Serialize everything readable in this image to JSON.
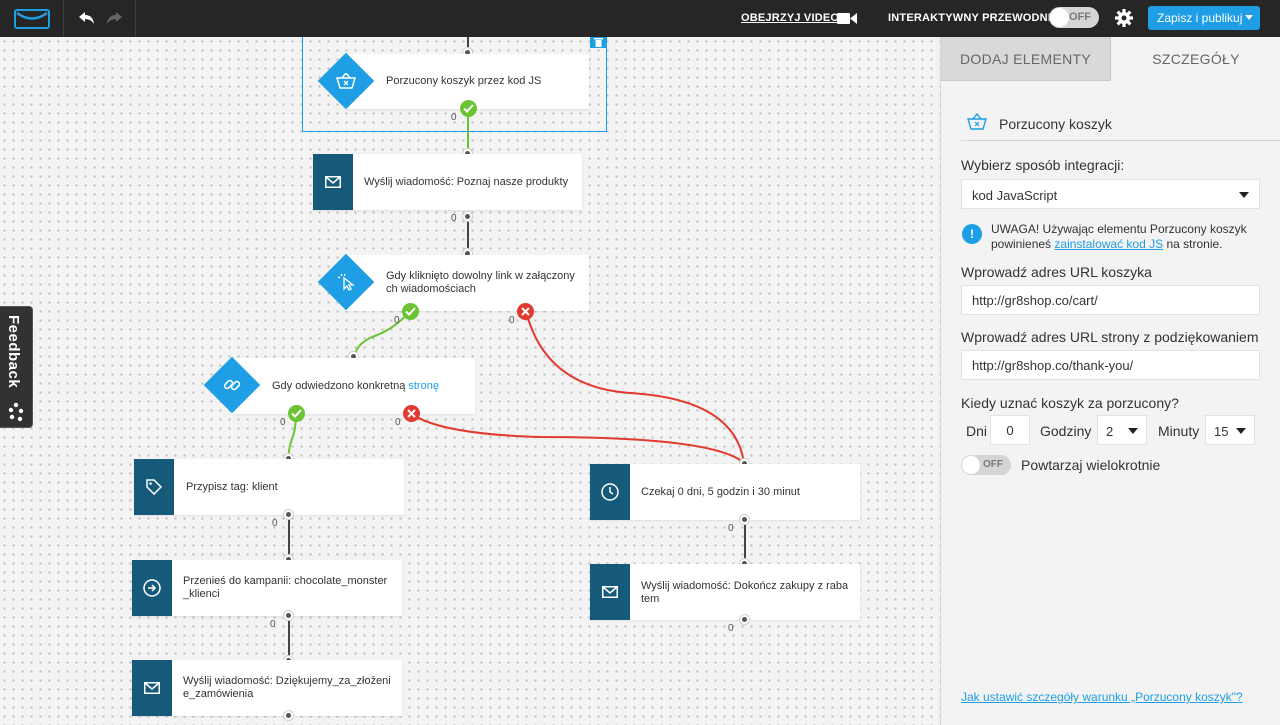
{
  "topbar": {
    "video_label": "OBEJRZYJ VIDEO",
    "guide_label": "INTERAKTYWNY PRZEWODNIK",
    "guide_toggle": "OFF",
    "publish_label": "Zapisz i publikuj",
    "accent_color": "#1e9ee4"
  },
  "canvas": {
    "nodes": {
      "n1": {
        "label": "Porzucony koszyk przez kod JS",
        "icon": "basket-icon",
        "count": "0"
      },
      "n2": {
        "label": "Wyślij wiadomość: Poznaj nasze produkty",
        "icon": "envelope-icon",
        "count": "0"
      },
      "n3": {
        "label": "Gdy kliknięto dowolny link w załączony ch wiadomościach",
        "icon": "click-icon",
        "count_yes": "0",
        "count_no": "0"
      },
      "n4": {
        "label": "Gdy odwiedzono konkretną",
        "label_link": "stronę",
        "icon": "link-icon",
        "count_yes": "0",
        "count_no": "0"
      },
      "n5": {
        "label": "Przypisz tag: klient",
        "icon": "tag-icon",
        "count": "0"
      },
      "n6": {
        "label": "Przenieś do kampanii: chocolate_monster _klienci",
        "icon": "arrow-circle-icon",
        "count": "0"
      },
      "n7": {
        "label": "Wyślij wiadomość: Dziękujemy_za_złoženi e_zamówienia",
        "icon": "envelope-icon"
      },
      "n8": {
        "label": "Czekaj 0 dni, 5 godzin i 30 minut",
        "icon": "clock-icon",
        "count": "0"
      },
      "n9": {
        "label": "Wyślij wiadomość: Dokończ zakupy z raba tem",
        "icon": "envelope-icon",
        "count": "0"
      }
    },
    "colors": {
      "yes": "#6cc332",
      "no": "#e23a30",
      "action": "#155a78",
      "condition": "#1e9ee4"
    },
    "feedback_label": "Feedback"
  },
  "sidebar": {
    "tabs": [
      {
        "label": "DODAJ ELEMENTY"
      },
      {
        "label": "SZCZEGÓŁY"
      }
    ],
    "title": "Porzucony koszyk",
    "integration_label": "Wybierz sposób integracji:",
    "integration_value": "kod JavaScript",
    "warning_text_1": "UWAGA! Używając elementu Porzucony koszyk powinieneś",
    "warning_link": "zainstalować kod JS",
    "warning_text_2": "na stronie.",
    "cart_url_label": "Wprowadź adres URL koszyka",
    "cart_url_value": "http://gr8shop.co/cart/",
    "thanks_url_label": "Wprowadź adres URL strony z podziękowaniem",
    "thanks_url_value": "http://gr8shop.co/thank-you/",
    "abandon_label": "Kiedy uznać koszyk za porzucony?",
    "days_label": "Dni",
    "days_value": "0",
    "hours_label": "Godziny",
    "hours_value": "2",
    "minutes_label": "Minuty",
    "minutes_value": "15",
    "repeat_toggle": "OFF",
    "repeat_label": "Powtarzaj wielokrotnie",
    "help_link": "Jak ustawić szczegóły warunku „Porzucony koszyk\"?"
  }
}
